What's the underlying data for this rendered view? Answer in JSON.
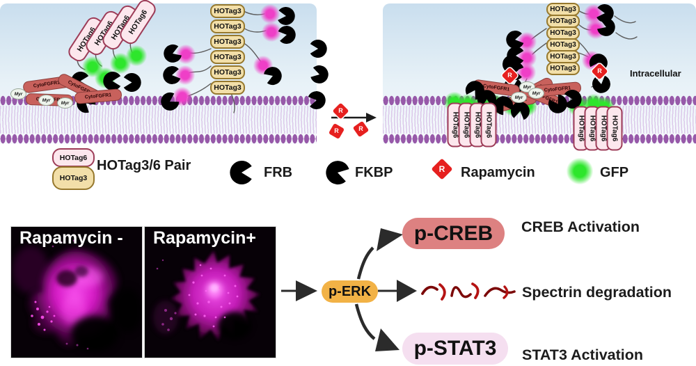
{
  "mol": {
    "hotag6": "HOTag6",
    "hotag3": "HOTag3",
    "cytofgfr1": "CytoFGFR1",
    "myr": "Myr",
    "r": "R"
  },
  "right_panel": {
    "intracellular": "Intracellular"
  },
  "legend": {
    "pair_top": "HOTag6",
    "pair_bottom": "HOTag3",
    "pair_label": "HOTag3/6 Pair",
    "frb": "FRB",
    "fkbp": "FKBP",
    "rapamycin_letter": "R",
    "rapamycin": "Rapamycin",
    "gfp": "GFP"
  },
  "micrographs": {
    "left_label": "Rapamycin -",
    "right_label": "Rapamycin+"
  },
  "flow": {
    "perk": "p-ERK",
    "pcreb": "p-CREB",
    "pstat3": "p-STAT3",
    "creb_caption": "CREB Activation",
    "spectrin_caption": "Spectrin degradation",
    "stat3_caption": "STAT3 Activation"
  },
  "colors": {
    "membrane_head": "#9759a9",
    "membrane_tail": "#dbc8ea",
    "cell_bg_top": "#c9deee",
    "frb_teal": "#3e7e90",
    "fkbp_sage": "#c9d7c6",
    "gfp_green": "#2ee62c",
    "pink_blob": "#ef3fc7",
    "rapamycin_red": "#e6201f",
    "hotag6_fill": "#fce7ed",
    "hotag6_border": "#9d3c58",
    "hotag3_fill": "#f2dfa9",
    "hotag3_border": "#96782d",
    "cytofgfr1_fill": "#c8615c",
    "perk_fill": "#f2b246",
    "pcreb_fill": "#dd8181",
    "pstat3_fill": "#f5dff0",
    "spectrin_red": "#7c0909",
    "micro_magenta": "#e21ed2"
  }
}
